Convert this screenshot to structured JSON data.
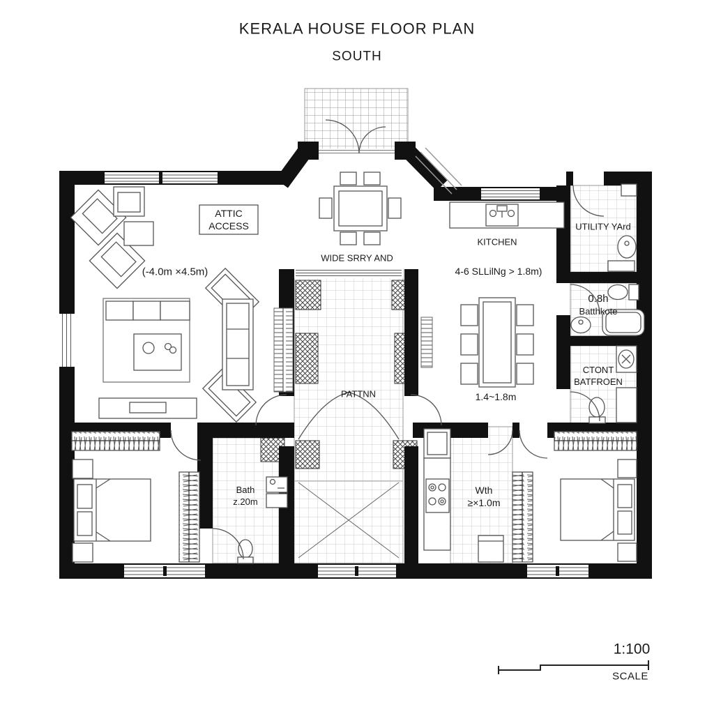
{
  "title": "KERALA HOUSE FLOOR PLAN",
  "subtitle": "SOUTH",
  "rooms": {
    "attic": [
      "ATTIC",
      "ACCESS"
    ],
    "living_dim": "(-4.0m ×4.5m)",
    "veranda_note": "WIDE SRRY AND",
    "kitchen": "KITCHEN",
    "utility": "UTILITY YArd",
    "ceiling_note": "4-6 SLLilNg > 1.8m)",
    "bath_right_top": [
      "0.8h",
      "Batthkote"
    ],
    "bath_right_bottom": [
      "CTONT",
      "BATFROEN"
    ],
    "patio": "PATTNN",
    "dining_dim": "1.4~1.8m",
    "bath_bottom": [
      "Bath",
      "z.20m"
    ],
    "work_area": [
      "Wth",
      "≥×1.0m"
    ]
  },
  "scale_bar": {
    "ratio": "1:100",
    "label": "SCALE"
  },
  "colors": {
    "wall": "#111111",
    "line": "#555555",
    "tile_line": "#cccccc",
    "background": "#ffffff",
    "text": "#1a1a1a"
  }
}
